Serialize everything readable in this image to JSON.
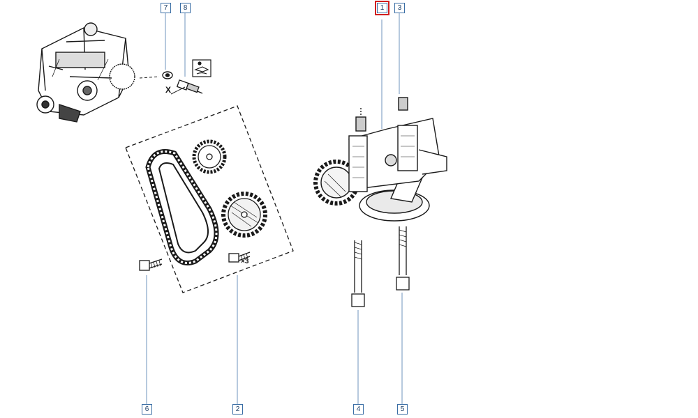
{
  "callouts": [
    {
      "id": "7",
      "label": "7"
    },
    {
      "id": "8",
      "label": "8"
    },
    {
      "id": "1",
      "label": "1",
      "selected": true
    },
    {
      "id": "3",
      "label": "3"
    },
    {
      "id": "6",
      "label": "6"
    },
    {
      "id": "2",
      "label": "2"
    },
    {
      "id": "4",
      "label": "4"
    },
    {
      "id": "5",
      "label": "5"
    }
  ],
  "annotations": {
    "quantity_mark": "×3",
    "cross_mark": "X"
  },
  "colors": {
    "callout_border": "#3a6ea5",
    "leader_line": "#6f93bd",
    "selection": "#d21f1f",
    "drawing": "#1a1a1a"
  }
}
